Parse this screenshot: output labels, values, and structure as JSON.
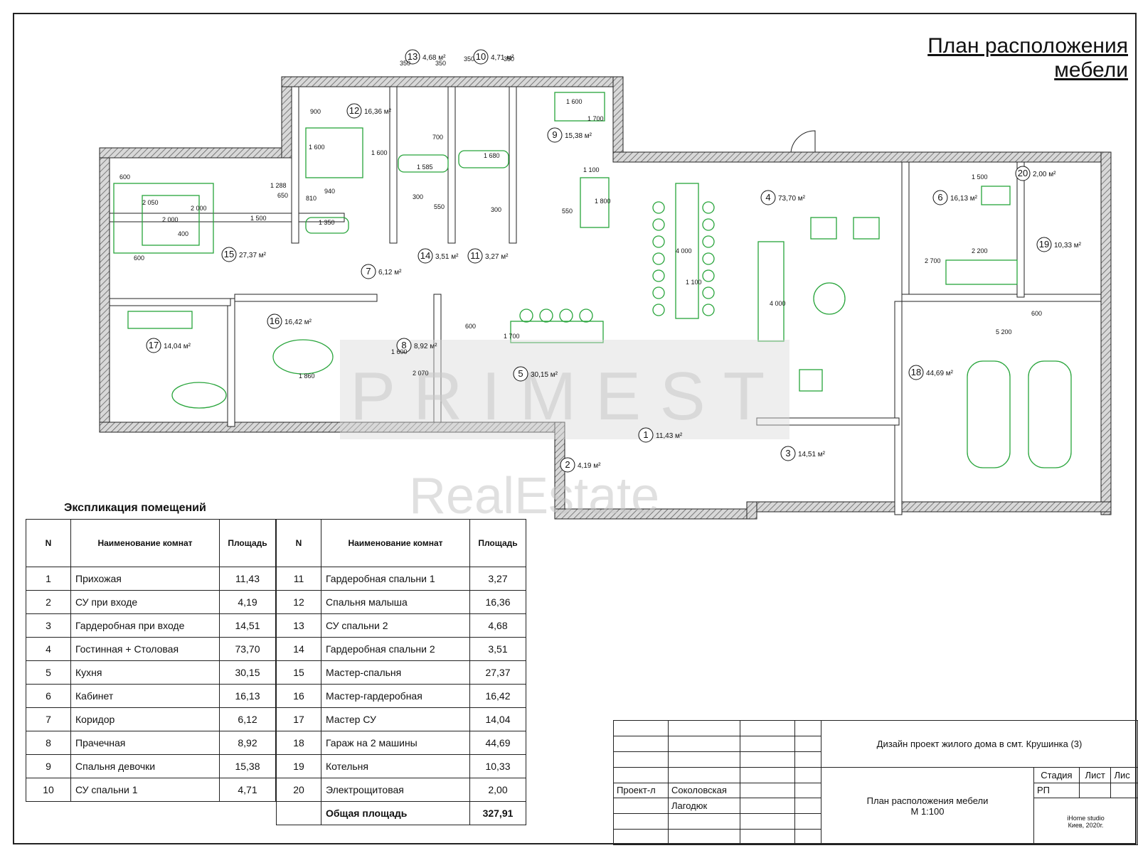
{
  "title": {
    "line1": "План расположения",
    "line2": "мебели"
  },
  "watermark": {
    "brand": "P R I M E S T",
    "sub": "RealEstate"
  },
  "rooms": [
    {
      "n": "1",
      "area": "11,43 м²"
    },
    {
      "n": "2",
      "area": "4,19 м²"
    },
    {
      "n": "3",
      "area": "14,51 м²"
    },
    {
      "n": "4",
      "area": "73,70 м²"
    },
    {
      "n": "5",
      "area": "30,15 м²"
    },
    {
      "n": "6",
      "area": "16,13 м²"
    },
    {
      "n": "7",
      "area": "6,12 м²"
    },
    {
      "n": "8",
      "area": "8,92 м²"
    },
    {
      "n": "9",
      "area": "15,38 м²"
    },
    {
      "n": "10",
      "area": "4,71 м²"
    },
    {
      "n": "11",
      "area": "3,27 м²"
    },
    {
      "n": "12",
      "area": "16,36 м²"
    },
    {
      "n": "13",
      "area": "4,68 м²"
    },
    {
      "n": "14",
      "area": "3,51 м²"
    },
    {
      "n": "15",
      "area": "27,37 м²"
    },
    {
      "n": "16",
      "area": "16,42 м²"
    },
    {
      "n": "17",
      "area": "14,04 м²"
    },
    {
      "n": "18",
      "area": "44,69 м²"
    },
    {
      "n": "19",
      "area": "10,33 м²"
    },
    {
      "n": "20",
      "area": "2,00 м²"
    }
  ],
  "dims": [
    "350",
    "350",
    "350",
    "350",
    "1 600",
    "1 700",
    "900",
    "1 600",
    "1 600",
    "700",
    "1 585",
    "1 680",
    "1 100",
    "1 800",
    "550",
    "810",
    "940",
    "1 350",
    "300",
    "550",
    "300",
    "2 050",
    "2 000",
    "1 500",
    "1 288",
    "600",
    "2 000",
    "650",
    "400",
    "600",
    "1 860",
    "1 600",
    "2 070",
    "1 700",
    "600",
    "4 000",
    "1 100",
    "4 000",
    "1 500",
    "2 200",
    "2 700",
    "5 200",
    "600"
  ],
  "explication": {
    "title": "Экспликация помещений",
    "headers": {
      "n": "N",
      "name": "Наименование комнат",
      "area": "Площадь"
    },
    "left": [
      {
        "n": "1",
        "name": "Прихожая",
        "area": "11,43"
      },
      {
        "n": "2",
        "name": "СУ при входе",
        "area": "4,19"
      },
      {
        "n": "3",
        "name": "Гардеробная при входе",
        "area": "14,51"
      },
      {
        "n": "4",
        "name": "Гостинная + Столовая",
        "area": "73,70"
      },
      {
        "n": "5",
        "name": "Кухня",
        "area": "30,15"
      },
      {
        "n": "6",
        "name": "Кабинет",
        "area": "16,13"
      },
      {
        "n": "7",
        "name": "Коридор",
        "area": "6,12"
      },
      {
        "n": "8",
        "name": "Прачечная",
        "area": "8,92"
      },
      {
        "n": "9",
        "name": "Спальня девочки",
        "area": "15,38"
      },
      {
        "n": "10",
        "name": "СУ спальни 1",
        "area": "4,71"
      }
    ],
    "right": [
      {
        "n": "11",
        "name": "Гардеробная спальни 1",
        "area": "3,27"
      },
      {
        "n": "12",
        "name": "Спальня малыша",
        "area": "16,36"
      },
      {
        "n": "13",
        "name": "СУ спальни 2",
        "area": "4,68"
      },
      {
        "n": "14",
        "name": "Гардеробная спальни 2",
        "area": "3,51"
      },
      {
        "n": "15",
        "name": "Мастер-спальня",
        "area": "27,37"
      },
      {
        "n": "16",
        "name": "Мастер-гардеробная",
        "area": "16,42"
      },
      {
        "n": "17",
        "name": "Мастер СУ",
        "area": "14,04"
      },
      {
        "n": "18",
        "name": "Гараж на 2 машины",
        "area": "44,69"
      },
      {
        "n": "19",
        "name": "Котельня",
        "area": "10,33"
      },
      {
        "n": "20",
        "name": "Электрощитовая",
        "area": "2,00"
      }
    ],
    "total_label": "Общая площадь",
    "total_value": "327,91"
  },
  "stamp": {
    "project": "Дизайн проект жилого дома в смт. Крушинка (3)",
    "role": "Проект-л",
    "author1": "Соколовская",
    "author2": "Лагодюк",
    "sheet_title": "План расположения мебели",
    "scale": "М 1:100",
    "stage_label": "Стадия",
    "stage_value": "РП",
    "sheet_label": "Лист",
    "sheets_label": "Лис",
    "studio": "iHome studio",
    "city": "Киев,  2020г."
  }
}
